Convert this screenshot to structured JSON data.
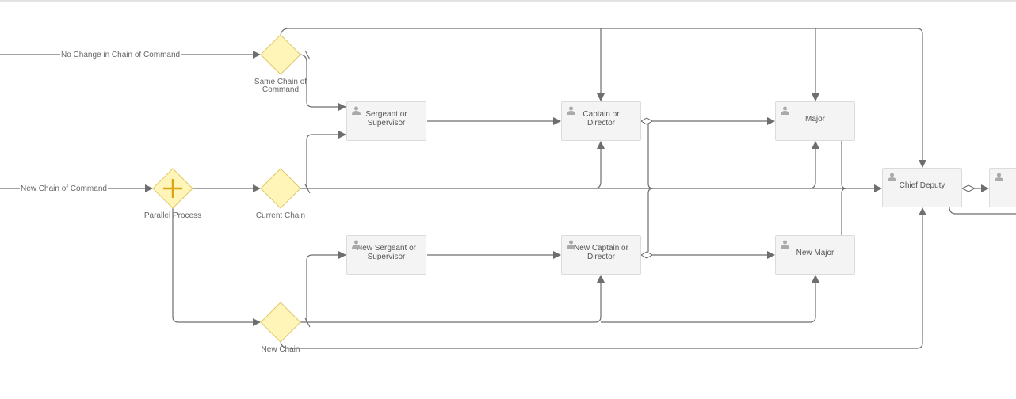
{
  "edges": {
    "no_change": "No Change in Chain of Command",
    "new_chain": "New Chain of Command"
  },
  "gateways": {
    "same_chain": "Same Chain of Command",
    "parallel": "Parallel Process",
    "current": "Current Chain",
    "new": "New Chain"
  },
  "tasks": {
    "sergeant": "Sergeant or Supervisor",
    "captain": "Captain or Director",
    "major": "Major",
    "new_sergeant": "New Sergeant or Supervisor",
    "new_captain": "New Captain or Director",
    "new_major": "New Major",
    "chief_deputy": "Chief Deputy"
  },
  "colors": {
    "gateway_fill": "#fff5b8",
    "gateway_stroke": "#e0c96a",
    "plus": "#d9a514",
    "task_bg": "#f4f4f4",
    "edge": "#6e6e6e"
  }
}
